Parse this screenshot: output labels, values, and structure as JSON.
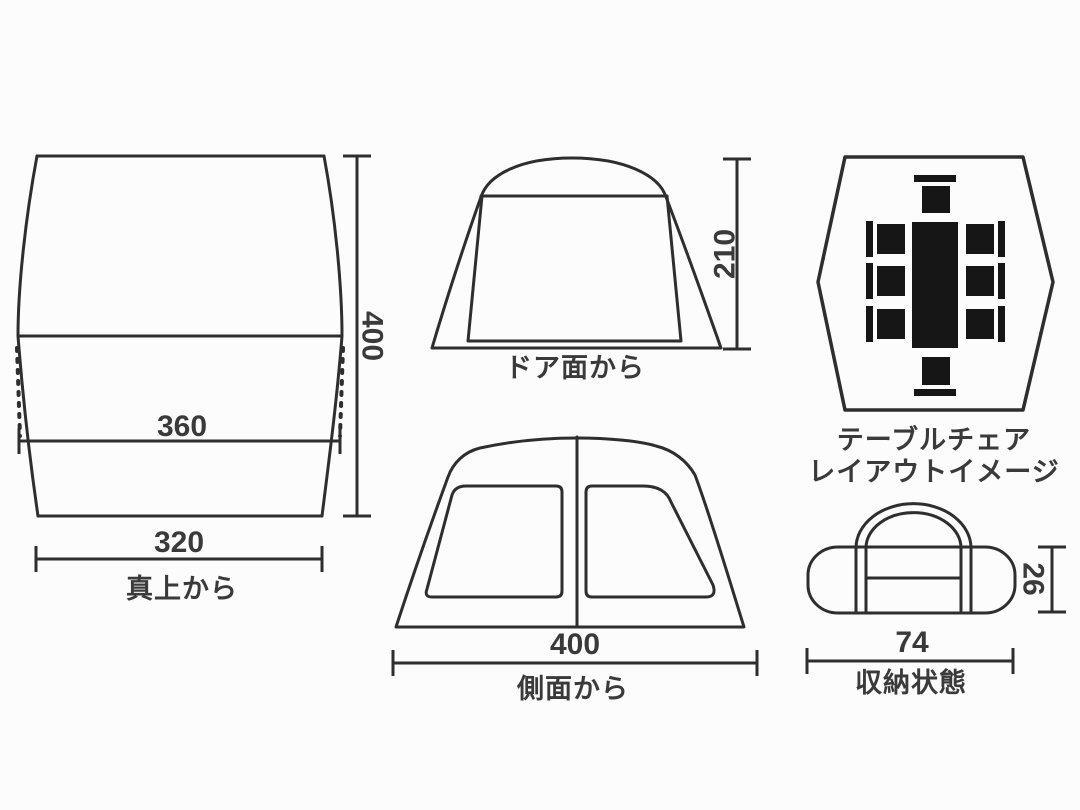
{
  "colors": {
    "background": "#fcfcfc",
    "line": "#2e2e2e",
    "text": "#3a3a3a",
    "furniture": "#161616"
  },
  "views": {
    "top": {
      "label": "真上から",
      "dim_depth": "400",
      "dim_width_middle": "360",
      "dim_width_base": "320"
    },
    "door": {
      "label": "ドア面から",
      "dim_height": "210"
    },
    "side": {
      "label": "側面から",
      "dim_width": "400"
    },
    "table_layout": {
      "label_line1": "テーブルチェア",
      "label_line2": "レイアウトイメージ"
    },
    "storage": {
      "label": "収納状態",
      "dim_length": "74",
      "dim_height": "26"
    }
  }
}
